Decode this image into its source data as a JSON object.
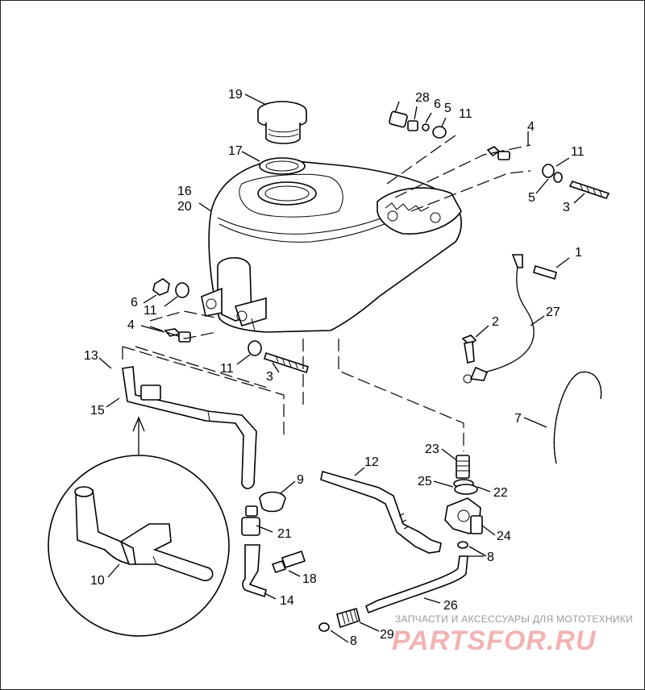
{
  "diagram": {
    "callouts": [
      "1",
      "2",
      "3",
      "3",
      "4",
      "4",
      "5",
      "5",
      "6",
      "6",
      "7",
      "8",
      "8",
      "9",
      "10",
      "11",
      "11",
      "11",
      "11",
      "12",
      "13",
      "14",
      "15",
      "16",
      "17",
      "18",
      "19",
      "20",
      "21",
      "22",
      "23",
      "24",
      "25",
      "26",
      "27",
      "28",
      "29"
    ]
  },
  "watermark": {
    "caption": "ЗАПЧАСТИ И АКСЕССУАРЫ ДЛЯ МОТОТЕХНИКИ",
    "brand": "PARTSFOR.RU"
  },
  "colors": {
    "line": "#000000",
    "background": "#ffffff",
    "watermark_text": "#9a9a9a",
    "watermark_brand": "#f2b3b3"
  }
}
